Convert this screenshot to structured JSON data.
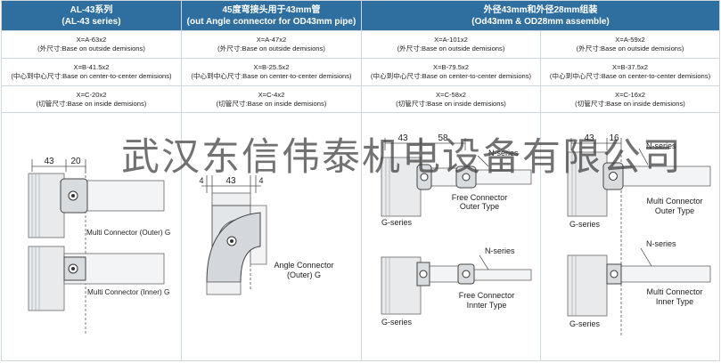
{
  "columns": [
    {
      "id": "al43",
      "header": [
        "AL-43系列",
        "(AL-43 series)"
      ],
      "rows": [
        [
          "X=A-63x2",
          "(外尺寸:Base on outside demisions)"
        ],
        [
          "X=B-41.5x2",
          "(中心到中心尺寸:Base on center-to-center demisions)"
        ],
        [
          "X=C-20x2",
          "(切管尺寸:Base on inside demisions)"
        ]
      ],
      "figure": {
        "dim_1": "43",
        "dim_2": "20",
        "label_outer": "Multi Connector (Outer) G",
        "label_inner": "Multi Connector (Inner) G"
      }
    },
    {
      "id": "angle",
      "header": [
        "45度弯接头用于43mm管",
        "(out Angle  connector for OD43mm pipe)"
      ],
      "rows": [
        [
          "X=A-47x2",
          "(外尺寸:Base on outside demisions)"
        ],
        [
          "X=B-25.5x2",
          "(中心到中心尺寸:Base on center-to-center demisions)"
        ],
        [
          "X=C-4x2",
          "(切管尺寸:Base on inside demisions)"
        ]
      ],
      "figure": {
        "dim_left": "4",
        "dim_mid": "43",
        "dim_right": "4",
        "label": [
          "Angle Connector",
          "(Outer) G"
        ]
      }
    },
    {
      "id": "od",
      "header": [
        "外径43mm和外径28mm组装",
        "(Od43mm & OD28mm assemble)"
      ],
      "rows": [
        [
          "X=A-101x2",
          "(外尺寸:Base on outside demisions)",
          "X=A-59x2",
          "(外尺寸:Base on outside demisions)"
        ],
        [
          "X=B-79.5x2",
          "(中心到中心尺寸:Base on center-to-center demisions)",
          "X=B-37.5x2",
          "(中心到中心尺寸:Base on center-to-center demisions)"
        ],
        [
          "X=C-58x2",
          "(切管尺寸:Base on inside demisions)",
          "X=C-16x2",
          "(切管尺寸:Base on inside demisions)"
        ]
      ],
      "figure_free": {
        "dim_1": "43",
        "dim_2": "58",
        "n_series_top": "N-series",
        "g_series_top": "G-series",
        "free_outer": [
          "Free Connector",
          "Outer Type"
        ],
        "n_series_bottom": "N-series",
        "free_inner": [
          "Free Connector",
          "Innter Type"
        ],
        "g_series_bottom": "G-series"
      },
      "figure_multi": {
        "dim_1": "43",
        "dim_2": "16",
        "n_series_top": "N-series",
        "multi_outer": [
          "Multi Connector",
          "Outer Type"
        ],
        "g_series_top": "G-series",
        "n_series_bottom": "N-series",
        "multi_inner": [
          "Multi Connector",
          "Inner Type"
        ],
        "g_series_bottom": "G-series"
      }
    }
  ],
  "watermark": "武汉东信伟泰机电设备有限公司"
}
